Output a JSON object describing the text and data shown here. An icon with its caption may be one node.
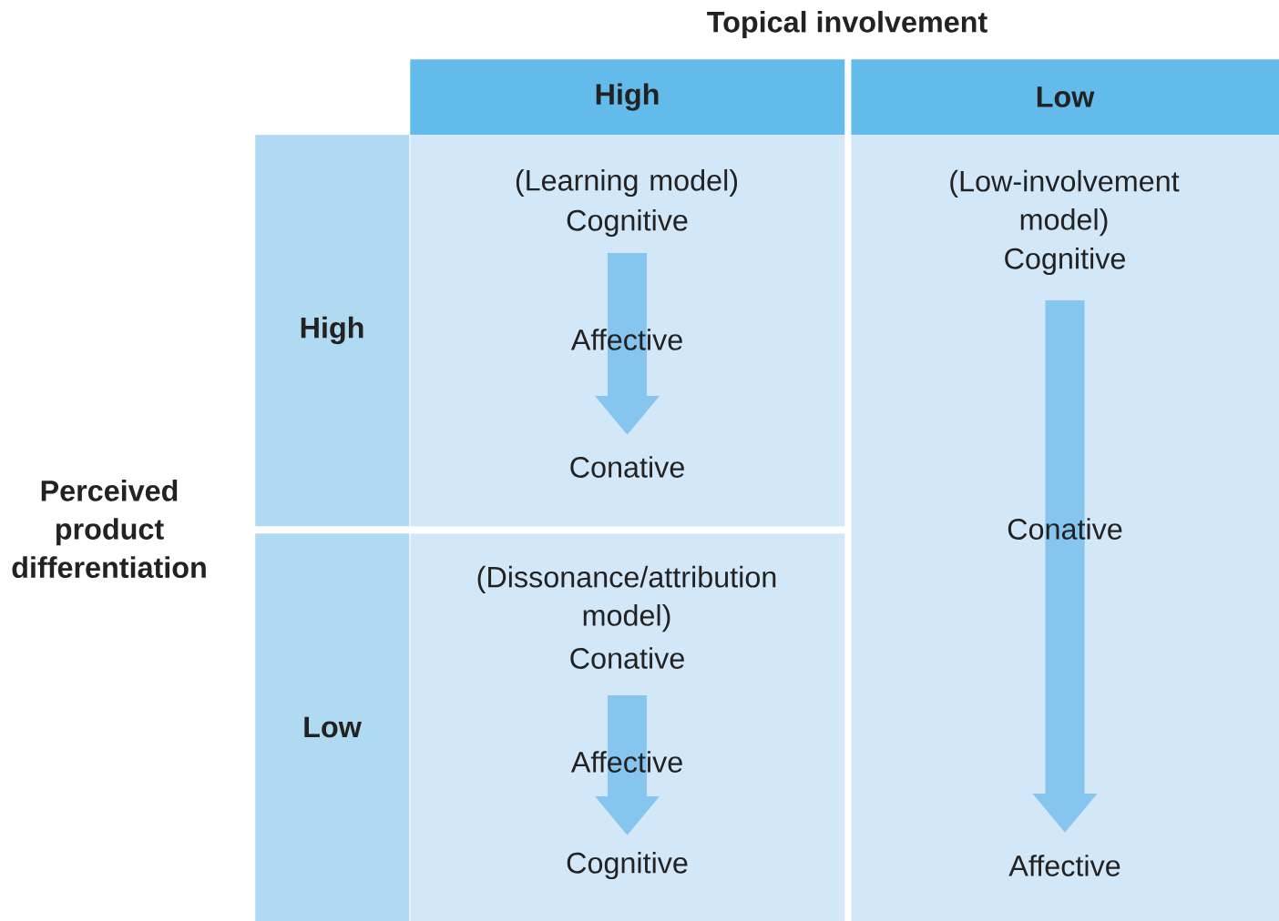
{
  "diagram": {
    "nodes": [
      {
        "text": [
          "High"
        ]
      },
      {
        "text": [
          "Low"
        ]
      },
      {
        "text": [
          "High"
        ]
      },
      {
        "text": [
          "Low"
        ]
      },
      {
        "text": [
          "(Learning model)"
        ]
      },
      {
        "text": [
          "Cognitive"
        ],
        "in": 4
      },
      {
        "text": [
          "Affective"
        ],
        "in": 4
      },
      {
        "text": [
          "Conative"
        ],
        "in": 4
      },
      {
        "text": [
          "(Low-involvement model)"
        ]
      },
      {
        "text": [
          "Cognitive"
        ],
        "in": 8
      },
      {
        "text": [
          "Conative"
        ],
        "in": 8
      },
      {
        "text": [
          "Affective"
        ],
        "in": 8
      },
      {
        "text": [
          "(Dissonance/attribution model)"
        ]
      },
      {
        "text": [
          "Conative"
        ],
        "in": 12
      },
      {
        "text": [
          "Affective"
        ],
        "in": 12
      },
      {
        "text": [
          "Cognitive"
        ],
        "in": 12
      }
    ],
    "edges": [
      {
        "from": 5,
        "to": 7,
        "arrow": "to"
      },
      {
        "from": 9,
        "to": 11,
        "arrow": "to"
      },
      {
        "from": 13,
        "to": 15,
        "arrow": "to"
      }
    ],
    "labels": [
      "Topical involvement",
      "Perceived product differentiation"
    ]
  }
}
